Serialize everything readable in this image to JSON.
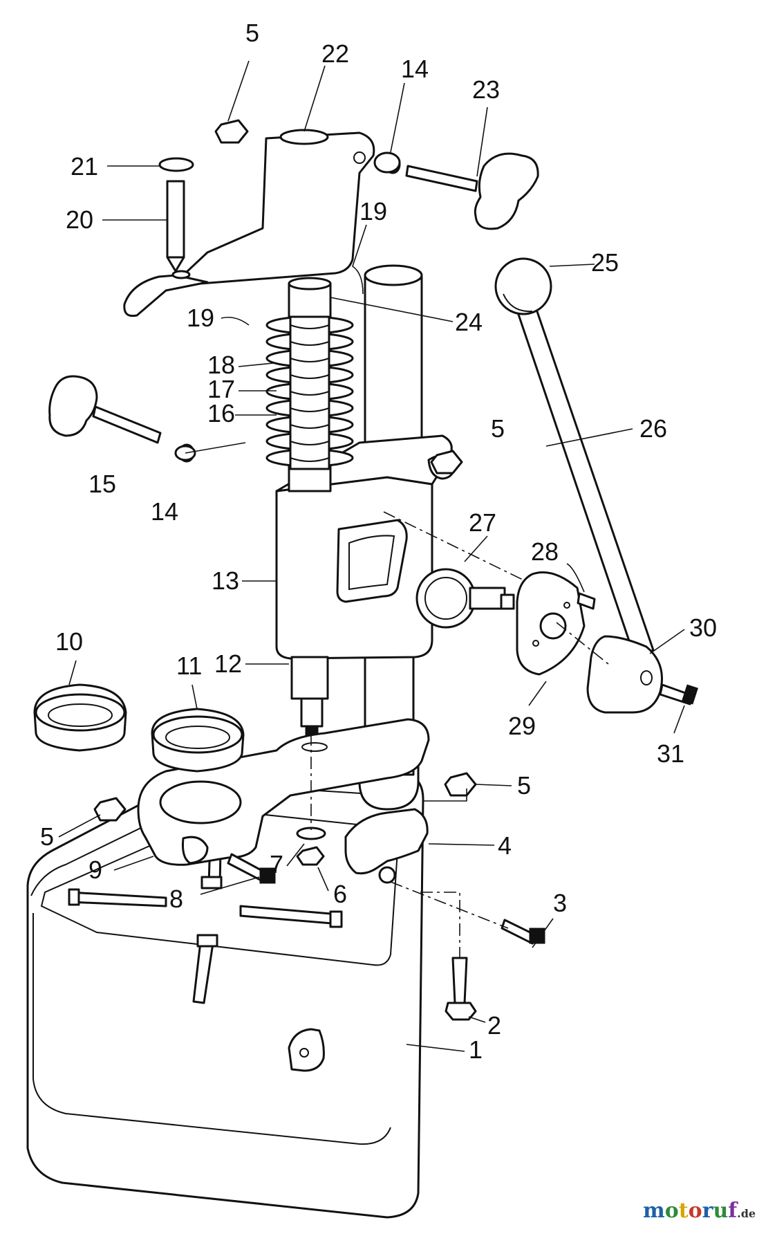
{
  "callouts": [
    "1",
    "2",
    "3",
    "4",
    "5",
    "6",
    "7",
    "8",
    "9",
    "10",
    "11",
    "12",
    "13",
    "14",
    "15",
    "16",
    "17",
    "18",
    "19",
    "20",
    "21",
    "22",
    "23",
    "24",
    "25",
    "26",
    "27",
    "28",
    "29",
    "30",
    "31"
  ],
  "watermark": {
    "letters": [
      "m",
      "o",
      "t",
      "o",
      "r",
      "u",
      "f"
    ],
    "letter_colors": [
      "#1f5fa8",
      "#2e8b3a",
      "#d8a400",
      "#c63a2b",
      "#1f5fa8",
      "#2e8b3a",
      "#7a2fa0"
    ],
    "suffix": ".de"
  }
}
